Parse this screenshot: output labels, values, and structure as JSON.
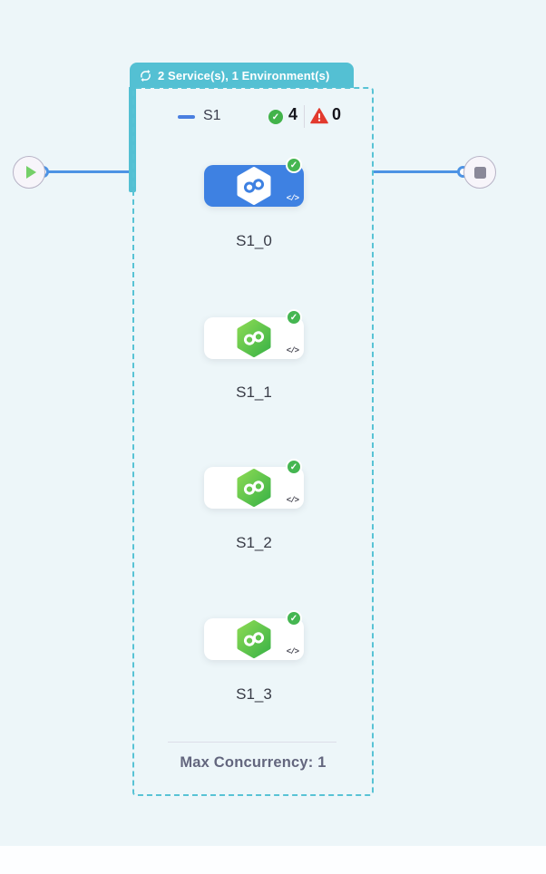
{
  "colors": {
    "teal": "#54c0d3",
    "blue": "#3e81e2",
    "green": "#45b651",
    "red": "#e23a2e",
    "line_blue": "#4d93e4",
    "canvas_bg": "#edf6f9"
  },
  "badge": {
    "label": "2 Service(s), 1 Environment(s)",
    "icon": "loop-icon"
  },
  "stage": {
    "name": "S1",
    "success_count": "4",
    "error_count": "0",
    "max_concurrency_label": "Max Concurrency: 1",
    "steps": [
      {
        "label": "S1_0",
        "state": "selected"
      },
      {
        "label": "S1_1",
        "state": "default"
      },
      {
        "label": "S1_2",
        "state": "default"
      },
      {
        "label": "S1_3",
        "state": "default"
      }
    ]
  },
  "glyphs": {
    "check": "✓",
    "code": "</>",
    "exclaim": "!"
  }
}
